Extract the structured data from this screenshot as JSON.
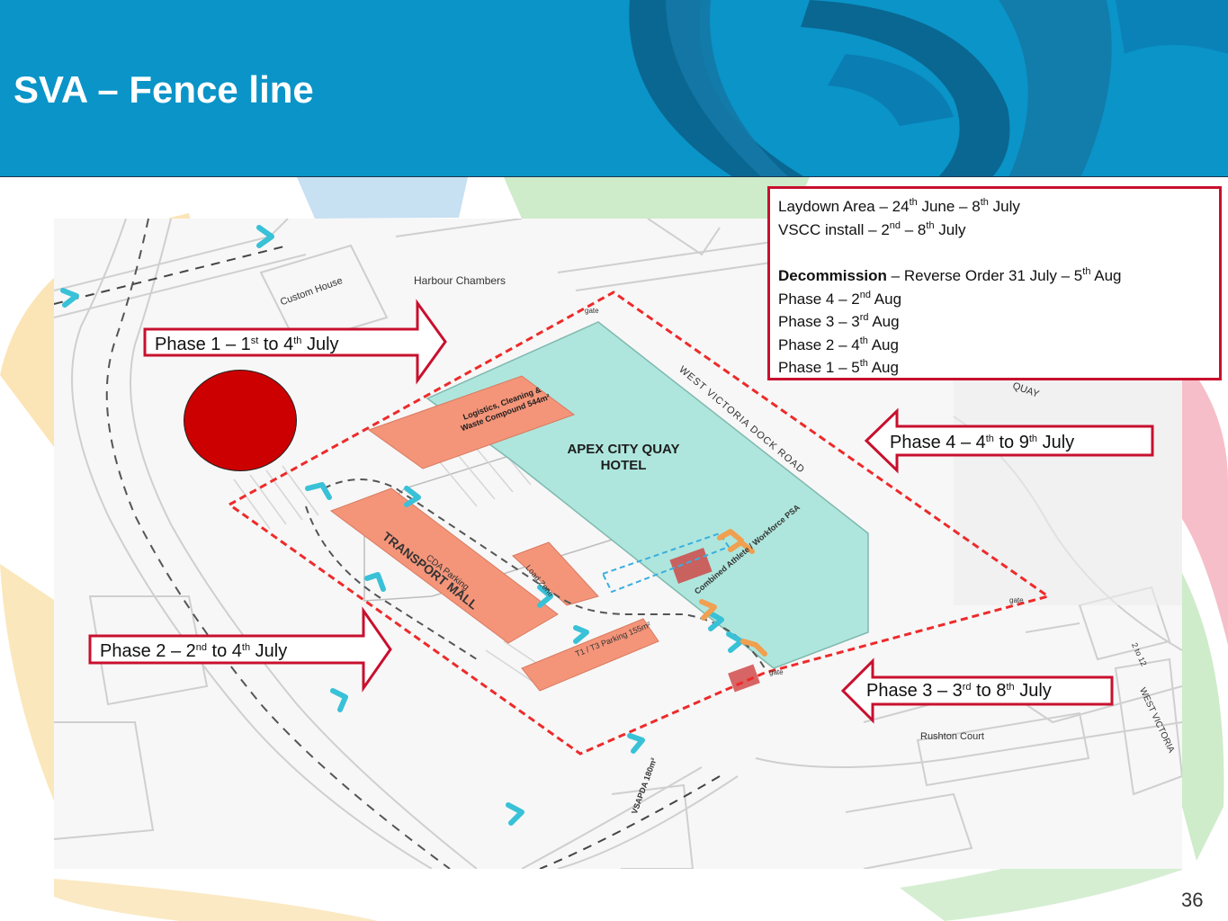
{
  "slide": {
    "title": "SVA – Fence line",
    "page_number": "36"
  },
  "info_box": {
    "laydown": {
      "prefix": "Laydown Area – 24",
      "sup1": "th",
      "mid": " June – 8",
      "sup2": "th",
      "suffix": " July"
    },
    "vscc": {
      "prefix": "VSCC install – 2",
      "sup1": "nd",
      "mid": " – 8",
      "sup2": "th",
      "suffix": " July"
    },
    "decommission": {
      "bold": "Decommission",
      "text": " – Reverse Order 31 July – 5",
      "sup": "th",
      "suffix": " Aug"
    },
    "phases": [
      {
        "prefix": "Phase 4 – 2",
        "sup": "nd",
        "suffix": " Aug"
      },
      {
        "prefix": "Phase 3 – 3",
        "sup": "rd",
        "suffix": " Aug"
      },
      {
        "prefix": "Phase 2 – 4",
        "sup": "th",
        "suffix": " Aug"
      },
      {
        "prefix": "Phase 1 – 5",
        "sup": "th",
        "suffix": " Aug"
      }
    ]
  },
  "phase_arrows": {
    "phase1": {
      "prefix": "Phase 1 – 1",
      "sup1": "st",
      "mid": " to 4",
      "sup2": "th",
      "suffix": " July"
    },
    "phase2": {
      "prefix": "Phase 2 – 2",
      "sup1": "nd",
      "mid": " to 4",
      "sup2": "th",
      "suffix": " July"
    },
    "phase3": {
      "prefix": "Phase 3 – 3",
      "sup1": "rd",
      "mid": " to 8",
      "sup2": "th",
      "suffix": " July"
    },
    "phase4": {
      "prefix": "Phase 4 – 4",
      "sup1": "th",
      "mid": " to 9",
      "sup2": "th",
      "suffix": " July"
    }
  },
  "map": {
    "hotel": "APEX CITY QUAY HOTEL",
    "logistics": "Logistics, Cleaning & Waste Compound 544m²",
    "transport_mall": "TRANSPORT MALL",
    "cda_parking": "CDA Parking",
    "load_zone": "Load Zone",
    "t1_parking": "T1 / T3 Parking 155m²",
    "combined": "Combined Athlete / Workforce PSA",
    "vsapda": "VSAPDA 180m²",
    "road": "WEST VICTORIA DOCK ROAD",
    "harbour": "Harbour Chambers",
    "custom_house": "Custom House",
    "rushton": "Rushton Court",
    "gate_top": "gate",
    "gate_right": "gate",
    "gate_bottom": "gate",
    "quay": "QUAY",
    "west_victoria": "WEST VICTORIA",
    "street_no": "2 to 12"
  },
  "colors": {
    "header": "#0a94c8",
    "fence": "#ee2a2a",
    "hotel": "#aee6dd",
    "compound": "#f4957a",
    "arrow_border": "#c8102e",
    "marker": "#cc0000",
    "chevron_cyan": "#39c1d7",
    "chevron_orange": "#f0a050"
  }
}
